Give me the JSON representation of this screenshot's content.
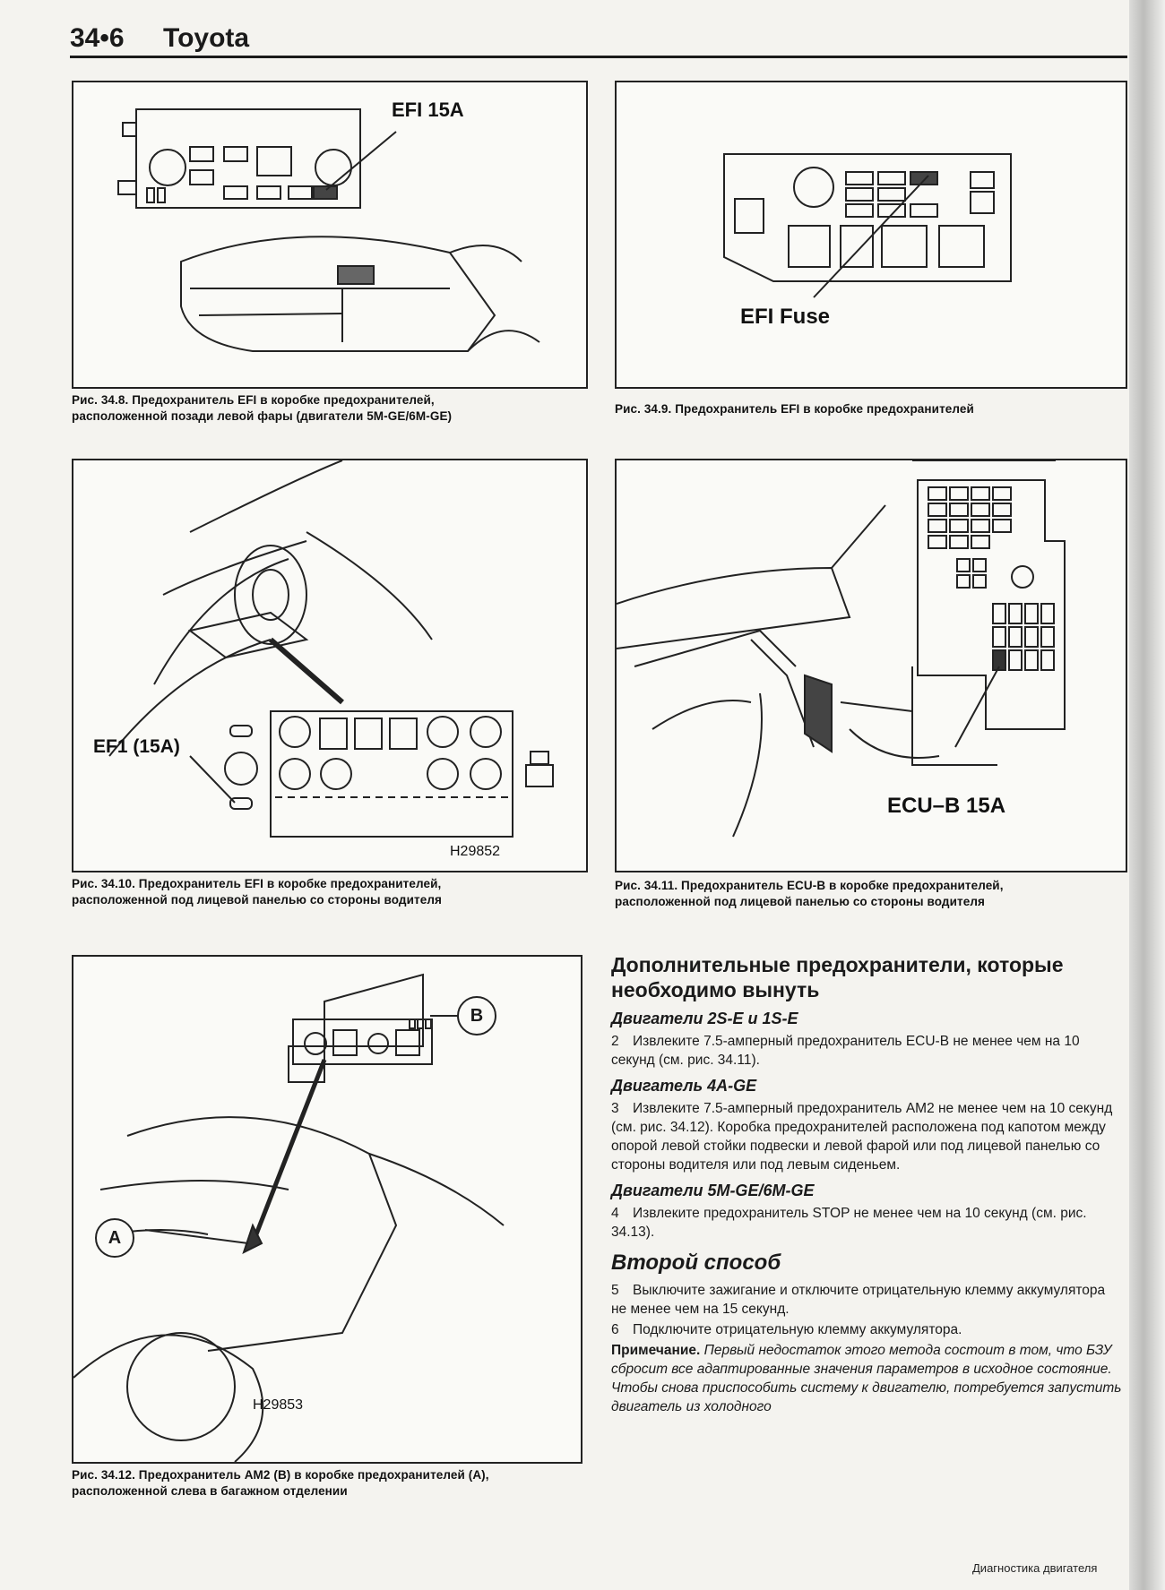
{
  "header": {
    "page_number": "34•6",
    "brand": "Toyota"
  },
  "figures": {
    "f348": {
      "label": "EFI 15A",
      "caption_line1": "Рис. 34.8. Предохранитель EFI в коробке предохранителей,",
      "caption_line2": "расположенной позади левой фары (двигатели 5M-GE/6M-GE)"
    },
    "f349": {
      "label": "EFI Fuse",
      "caption": "Рис. 34.9. Предохранитель EFI в коробке предохранителей"
    },
    "f3410": {
      "label": "EF1 (15A)",
      "code": "H29852",
      "caption_line1": "Рис. 34.10. Предохранитель EFI в коробке предохранителей,",
      "caption_line2": "расположенной под лицевой панелью со стороны водителя"
    },
    "f3411": {
      "label": "ECU–B 15A",
      "caption_line1": "Рис. 34.11. Предохранитель ECU-B в коробке предохранителей,",
      "caption_line2": "расположенной под лицевой панелью со стороны водителя"
    },
    "f3412": {
      "label_a": "A",
      "label_b": "B",
      "code": "H29853",
      "caption_line1": "Рис. 34.12. Предохранитель AM2 (B) в коробке предохранителей (A),",
      "caption_line2": "расположенной слева в багажном отделении"
    }
  },
  "text": {
    "heading": "Дополнительные предохранители, которые необходимо вынуть",
    "sub1": "Двигатели 2S-E и 1S-E",
    "p2_num": "2",
    "p2": "Извлеките 7.5-амперный предохранитель ECU-B не менее чем на 10 секунд (см. рис. 34.11).",
    "sub2": "Двигатель 4A-GE",
    "p3_num": "3",
    "p3": "Извлеките 7.5-амперный предохранитель AM2 не менее чем на 10 секунд (см. рис. 34.12). Коробка предохранителей расположена под капотом между опорой левой стойки подвески и левой фарой или под лицевой панелью со стороны водителя или под левым сиденьем.",
    "sub3": "Двигатели 5M-GE/6M-GE",
    "p4_num": "4",
    "p4": "Извлеките предохранитель STOP не менее чем на 10 секунд (см. рис. 34.13).",
    "section": "Второй способ",
    "p5_num": "5",
    "p5": "Выключите зажигание и отключите отрицательную клемму аккумулятора не менее чем на 15 секунд.",
    "p6_num": "6",
    "p6": "Подключите отрицательную клемму аккумулятора.",
    "note_label": "Примечание.",
    "note": "Первый недостаток этого метода состоит в том, что БЗУ сбросит все адаптированные значения параметров в исходное состояние. Чтобы снова приспособить систему к двигателю, потребуется запустить двигатель из холодного"
  },
  "footer": "Диагностика двигателя"
}
